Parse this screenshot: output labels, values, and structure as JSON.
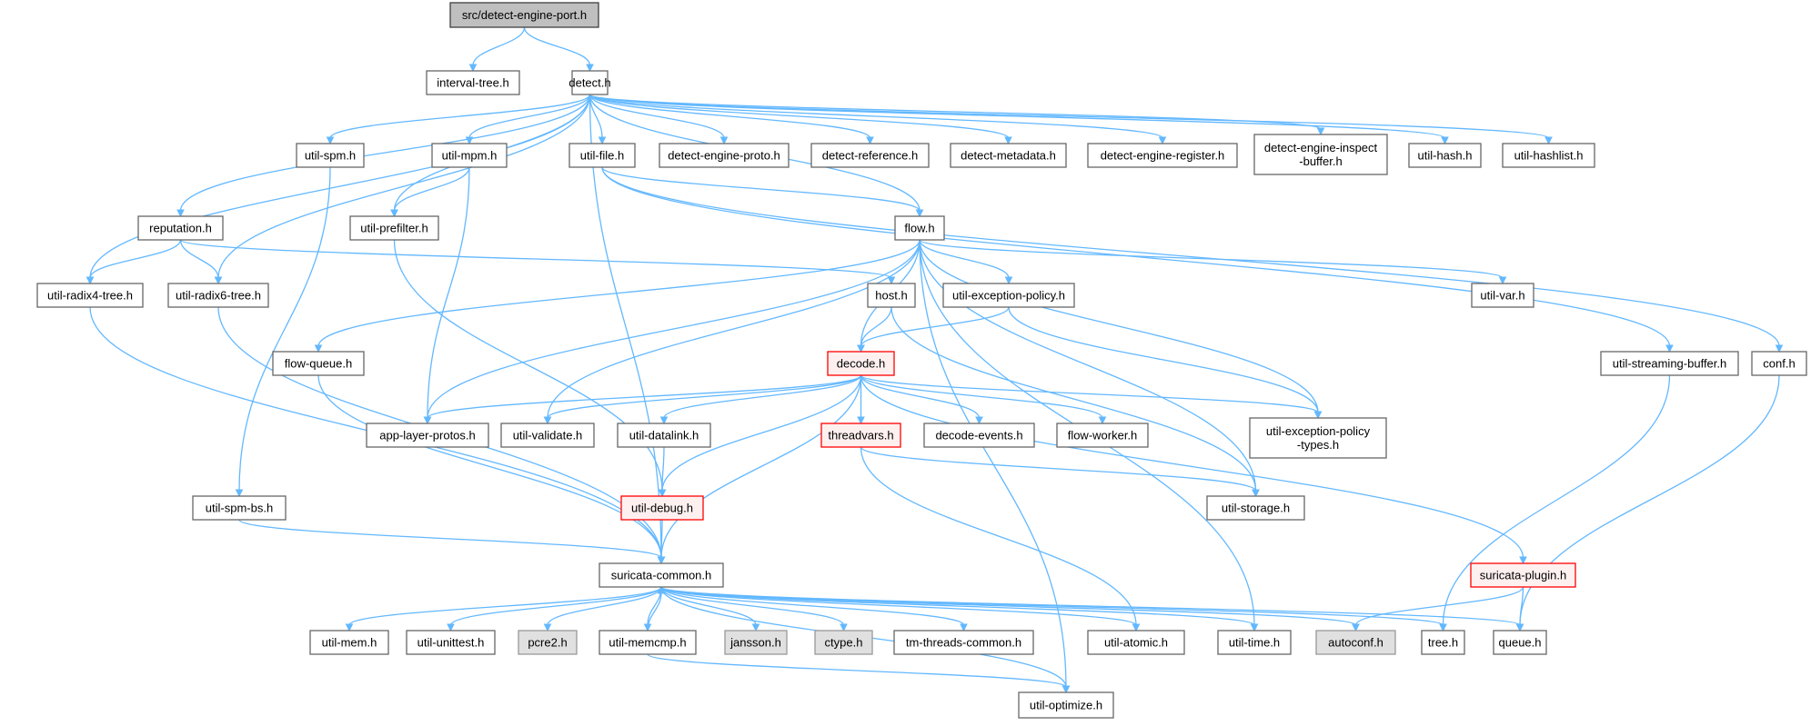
{
  "colors": {
    "edge": "#63b8ff",
    "node_fill": "#ffffff",
    "node_border": "#666666",
    "root_fill": "#bfbfbf",
    "root_border": "#404040",
    "external_fill": "#e0e0e0",
    "external_border": "#999999",
    "highlight_fill": "#fff0f0",
    "highlight_border": "#ff0000"
  },
  "nodes": [
    {
      "id": "root",
      "label": "src/detect-engine-port.h",
      "style": "root"
    },
    {
      "id": "interval_tree",
      "label": "interval-tree.h",
      "style": "normal"
    },
    {
      "id": "detect",
      "label": "detect.h",
      "style": "normal"
    },
    {
      "id": "util_spm",
      "label": "util-spm.h",
      "style": "normal"
    },
    {
      "id": "util_mpm",
      "label": "util-mpm.h",
      "style": "normal"
    },
    {
      "id": "util_file",
      "label": "util-file.h",
      "style": "normal"
    },
    {
      "id": "detect_engine_proto",
      "label": "detect-engine-proto.h",
      "style": "normal"
    },
    {
      "id": "detect_reference",
      "label": "detect-reference.h",
      "style": "normal"
    },
    {
      "id": "detect_metadata",
      "label": "detect-metadata.h",
      "style": "normal"
    },
    {
      "id": "detect_engine_register",
      "label": "detect-engine-register.h",
      "style": "normal"
    },
    {
      "id": "detect_engine_inspect_buffer",
      "label": "detect-engine-inspect\n-buffer.h",
      "style": "normal"
    },
    {
      "id": "util_hash",
      "label": "util-hash.h",
      "style": "normal"
    },
    {
      "id": "util_hashlist",
      "label": "util-hashlist.h",
      "style": "normal"
    },
    {
      "id": "reputation",
      "label": "reputation.h",
      "style": "normal"
    },
    {
      "id": "util_prefilter",
      "label": "util-prefilter.h",
      "style": "normal"
    },
    {
      "id": "flow",
      "label": "flow.h",
      "style": "normal"
    },
    {
      "id": "util_radix4_tree",
      "label": "util-radix4-tree.h",
      "style": "normal"
    },
    {
      "id": "util_radix6_tree",
      "label": "util-radix6-tree.h",
      "style": "normal"
    },
    {
      "id": "host",
      "label": "host.h",
      "style": "normal"
    },
    {
      "id": "util_exception_policy",
      "label": "util-exception-policy.h",
      "style": "normal"
    },
    {
      "id": "util_var",
      "label": "util-var.h",
      "style": "normal"
    },
    {
      "id": "flow_queue",
      "label": "flow-queue.h",
      "style": "normal"
    },
    {
      "id": "decode",
      "label": "decode.h",
      "style": "highlight"
    },
    {
      "id": "util_streaming_buffer",
      "label": "util-streaming-buffer.h",
      "style": "normal"
    },
    {
      "id": "conf",
      "label": "conf.h",
      "style": "normal"
    },
    {
      "id": "app_layer_protos",
      "label": "app-layer-protos.h",
      "style": "normal"
    },
    {
      "id": "util_validate",
      "label": "util-validate.h",
      "style": "normal"
    },
    {
      "id": "util_datalink",
      "label": "util-datalink.h",
      "style": "normal"
    },
    {
      "id": "threadvars",
      "label": "threadvars.h",
      "style": "highlight"
    },
    {
      "id": "decode_events",
      "label": "decode-events.h",
      "style": "normal"
    },
    {
      "id": "flow_worker",
      "label": "flow-worker.h",
      "style": "normal"
    },
    {
      "id": "util_exception_policy_types",
      "label": "util-exception-policy\n-types.h",
      "style": "normal"
    },
    {
      "id": "util_spm_bs",
      "label": "util-spm-bs.h",
      "style": "normal"
    },
    {
      "id": "util_debug",
      "label": "util-debug.h",
      "style": "highlight"
    },
    {
      "id": "util_storage",
      "label": "util-storage.h",
      "style": "normal"
    },
    {
      "id": "suricata_common",
      "label": "suricata-common.h",
      "style": "normal"
    },
    {
      "id": "suricata_plugin",
      "label": "suricata-plugin.h",
      "style": "highlight"
    },
    {
      "id": "util_mem",
      "label": "util-mem.h",
      "style": "normal"
    },
    {
      "id": "util_unittest",
      "label": "util-unittest.h",
      "style": "normal"
    },
    {
      "id": "pcre2",
      "label": "pcre2.h",
      "style": "external"
    },
    {
      "id": "util_memcmp",
      "label": "util-memcmp.h",
      "style": "normal"
    },
    {
      "id": "jansson",
      "label": "jansson.h",
      "style": "external"
    },
    {
      "id": "ctype",
      "label": "ctype.h",
      "style": "external"
    },
    {
      "id": "tm_threads_common",
      "label": "tm-threads-common.h",
      "style": "normal"
    },
    {
      "id": "util_atomic",
      "label": "util-atomic.h",
      "style": "normal"
    },
    {
      "id": "util_time",
      "label": "util-time.h",
      "style": "normal"
    },
    {
      "id": "autoconf",
      "label": "autoconf.h",
      "style": "external"
    },
    {
      "id": "tree",
      "label": "tree.h",
      "style": "normal"
    },
    {
      "id": "queue",
      "label": "queue.h",
      "style": "normal"
    },
    {
      "id": "util_optimize",
      "label": "util-optimize.h",
      "style": "normal"
    }
  ],
  "edges": [
    [
      "root",
      "interval_tree"
    ],
    [
      "root",
      "detect"
    ],
    [
      "detect",
      "util_spm"
    ],
    [
      "detect",
      "util_mpm"
    ],
    [
      "detect",
      "util_file"
    ],
    [
      "detect",
      "detect_engine_proto"
    ],
    [
      "detect",
      "detect_reference"
    ],
    [
      "detect",
      "detect_metadata"
    ],
    [
      "detect",
      "detect_engine_register"
    ],
    [
      "detect",
      "detect_engine_inspect_buffer"
    ],
    [
      "detect",
      "util_hash"
    ],
    [
      "detect",
      "util_hashlist"
    ],
    [
      "detect",
      "reputation"
    ],
    [
      "detect",
      "util_prefilter"
    ],
    [
      "detect",
      "flow"
    ],
    [
      "detect",
      "util_radix4_tree"
    ],
    [
      "detect",
      "util_radix6_tree"
    ],
    [
      "detect",
      "suricata_common"
    ],
    [
      "util_spm",
      "util_spm_bs"
    ],
    [
      "util_mpm",
      "util_prefilter"
    ],
    [
      "util_mpm",
      "app_layer_protos"
    ],
    [
      "util_file",
      "flow"
    ],
    [
      "util_file",
      "util_streaming_buffer"
    ],
    [
      "util_file",
      "conf"
    ],
    [
      "reputation",
      "util_radix4_tree"
    ],
    [
      "reputation",
      "util_radix6_tree"
    ],
    [
      "reputation",
      "host"
    ],
    [
      "util_prefilter",
      "util_debug"
    ],
    [
      "flow",
      "decode"
    ],
    [
      "flow",
      "util_exception_policy"
    ],
    [
      "flow",
      "util_var"
    ],
    [
      "flow",
      "flow_queue"
    ],
    [
      "flow",
      "app_layer_protos"
    ],
    [
      "flow",
      "util_validate"
    ],
    [
      "flow",
      "util_exception_policy_types"
    ],
    [
      "flow",
      "util_storage"
    ],
    [
      "flow",
      "util_time"
    ],
    [
      "flow",
      "util_optimize"
    ],
    [
      "util_radix4_tree",
      "suricata_common"
    ],
    [
      "util_radix6_tree",
      "suricata_common"
    ],
    [
      "host",
      "decode"
    ],
    [
      "host",
      "util_storage"
    ],
    [
      "util_exception_policy",
      "decode"
    ],
    [
      "util_exception_policy",
      "util_exception_policy_types"
    ],
    [
      "flow_queue",
      "suricata_common"
    ],
    [
      "decode",
      "app_layer_protos"
    ],
    [
      "decode",
      "util_validate"
    ],
    [
      "decode",
      "util_datalink"
    ],
    [
      "decode",
      "threadvars"
    ],
    [
      "decode",
      "decode_events"
    ],
    [
      "decode",
      "flow_worker"
    ],
    [
      "decode",
      "util_exception_policy_types"
    ],
    [
      "decode",
      "util_debug"
    ],
    [
      "decode",
      "suricata_common"
    ],
    [
      "decode",
      "suricata_plugin"
    ],
    [
      "util_streaming_buffer",
      "tree"
    ],
    [
      "conf",
      "queue"
    ],
    [
      "util_datalink",
      "util_debug"
    ],
    [
      "threadvars",
      "util_storage"
    ],
    [
      "threadvars",
      "util_atomic"
    ],
    [
      "util_spm_bs",
      "suricata_common"
    ],
    [
      "util_debug",
      "suricata_common"
    ],
    [
      "suricata_plugin",
      "autoconf"
    ],
    [
      "suricata_plugin",
      "queue"
    ],
    [
      "suricata_common",
      "util_mem"
    ],
    [
      "suricata_common",
      "util_unittest"
    ],
    [
      "suricata_common",
      "pcre2"
    ],
    [
      "suricata_common",
      "util_memcmp"
    ],
    [
      "suricata_common",
      "jansson"
    ],
    [
      "suricata_common",
      "ctype"
    ],
    [
      "suricata_common",
      "tm_threads_common"
    ],
    [
      "suricata_common",
      "util_atomic"
    ],
    [
      "suricata_common",
      "util_time"
    ],
    [
      "suricata_common",
      "autoconf"
    ],
    [
      "suricata_common",
      "tree"
    ],
    [
      "suricata_common",
      "queue"
    ],
    [
      "suricata_common",
      "util_optimize"
    ],
    [
      "util_memcmp",
      "suricata_common"
    ],
    [
      "util_memcmp",
      "util_optimize"
    ]
  ]
}
